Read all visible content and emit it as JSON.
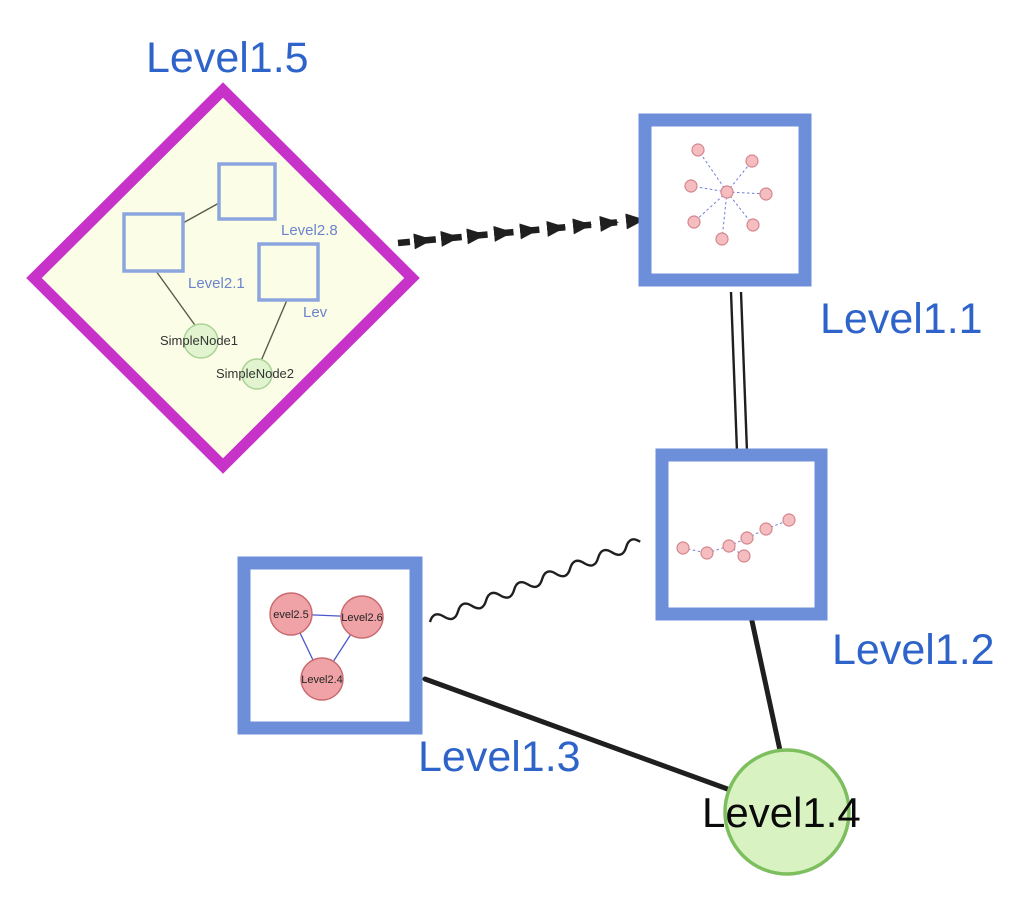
{
  "diagram_type": "nested-graph",
  "labels": {
    "level1_5": "Level1.5",
    "level1_1": "Level1.1",
    "level1_2": "Level1.2",
    "level1_3": "Level1.3",
    "level1_4": "Level1.4",
    "level2_8": "Level2.8",
    "level2_1": "Level2.1",
    "level2_clipped": "Lev",
    "simple_node1": "SimpleNode1",
    "simple_node2": "SimpleNode2",
    "level2_5": "evel2.5",
    "level2_6": "Level2.6",
    "level2_4": "Level2.4"
  },
  "edges": [
    {
      "from": "Level1.5",
      "to": "Level1.1",
      "style": "thick dashed with repeated arrowheads",
      "directed": true
    },
    {
      "from": "Level1.1",
      "to": "Level1.2",
      "style": "double parallel line",
      "directed": false
    },
    {
      "from": "Level1.3",
      "to": "Level1.2",
      "style": "wavy line",
      "directed": false
    },
    {
      "from": "Level1.3",
      "to": "Level1.4",
      "style": "thick solid",
      "directed": false
    },
    {
      "from": "Level1.2",
      "to": "Level1.4",
      "style": "thick solid",
      "directed": false
    }
  ],
  "level15_edges": [
    {
      "from": "Level2.8",
      "to": "Level2.1"
    },
    {
      "from": "Level2.1",
      "to": "SimpleNode1"
    },
    {
      "from": "Lev",
      "to": "SimpleNode2"
    }
  ],
  "level13_edges": [
    {
      "from": "evel2.5",
      "to": "Level2.6"
    },
    {
      "from": "evel2.5",
      "to": "Level2.4"
    },
    {
      "from": "Level2.6",
      "to": "Level2.4"
    }
  ],
  "subgraphs": {
    "level1_1": {
      "node_count": 8,
      "node_style": "small pink circles",
      "edge_style": "dashed blue star"
    },
    "level1_2": {
      "node_count": 7,
      "node_style": "small pink circles",
      "edge_style": "dashed blue chain"
    }
  },
  "colors": {
    "label_blue": "#2e64c9",
    "inner_label_blue": "#6b84cc",
    "diamond_stroke": "#c733c9",
    "diamond_fill": "#fcfde6",
    "group_border": "#6d8ed9",
    "inner_square_border": "#8ba6de",
    "green_node_fill": "#e2f4cf",
    "green_node_stroke": "#a8d396",
    "big_green_fill": "#d9f2c2",
    "big_green_stroke": "#7dbf5f",
    "pink_fill": "#f5bdc0",
    "pink_stroke": "#d4878c",
    "tri_pink_fill": "#f0a3a7",
    "tri_pink_stroke": "#c96b71",
    "edge_dark": "#1f1f1f",
    "mini_edge_blue": "#6f7ddb",
    "inner_edge_gray": "#5a5a4a",
    "tri_edge_blue": "#4a57cf"
  }
}
